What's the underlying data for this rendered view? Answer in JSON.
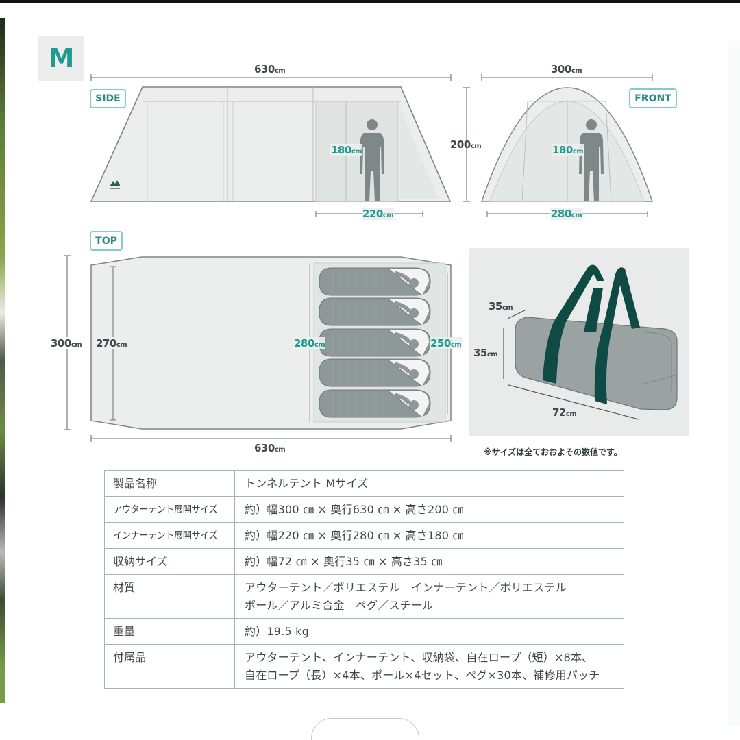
{
  "size_badge": "M",
  "views": {
    "side": "SIDE",
    "front": "FRONT",
    "top": "TOP"
  },
  "dimensions": {
    "side": {
      "length": "630",
      "height": "200",
      "person_height": "180",
      "inner_length": "220"
    },
    "front": {
      "width": "300",
      "person_height": "180",
      "inner_width": "280"
    },
    "top": {
      "outer_width": "300",
      "inner_width": "270",
      "inner_tent_left": "280",
      "inner_tent_right": "250",
      "length": "630"
    },
    "bag": {
      "depth": "35",
      "height": "35",
      "length": "72"
    },
    "unit": "cm"
  },
  "note": "※サイズは全ておおよその数値です。",
  "spec_table": [
    {
      "label": "製品名称",
      "value": [
        "トンネルテント Mサイズ"
      ]
    },
    {
      "label": "アウターテント展開サイズ",
      "value": [
        "約）幅300 ㎝ × 奥行630 ㎝ × 高さ200 ㎝"
      ]
    },
    {
      "label": "インナーテント展開サイズ",
      "value": [
        "約）幅220 ㎝ × 奥行280 ㎝ × 高さ180 ㎝"
      ]
    },
    {
      "label": "収納サイズ",
      "value": [
        "約）幅72 ㎝ × 奥行35 ㎝ × 高さ35 ㎝"
      ]
    },
    {
      "label": "材質",
      "value": [
        "アウターテント／ポリエステル　インナーテント／ポリエステル",
        "ポール／アルミ合金　ペグ／スチール"
      ]
    },
    {
      "label": "重量",
      "value": [
        "約）19.5 kg"
      ]
    },
    {
      "label": "付属品",
      "value": [
        "アウターテント、インナーテント、収納袋、自在ロープ（短）×8本、",
        "自在ロープ（長）×4本、ポール×4セット、ペグ×30本、補修用パッチ"
      ]
    }
  ],
  "colors": {
    "accent_teal": "#1f9a90",
    "tent_fill": "#e9ecea",
    "outline": "#7d8784",
    "bag_body": "#9aa3a2",
    "bag_strap": "#0f4a44",
    "sleeping_bag": "#8e9897"
  },
  "icons": {
    "brand_logo": "mountain-logo-icon",
    "person": "person-silhouette-icon"
  }
}
